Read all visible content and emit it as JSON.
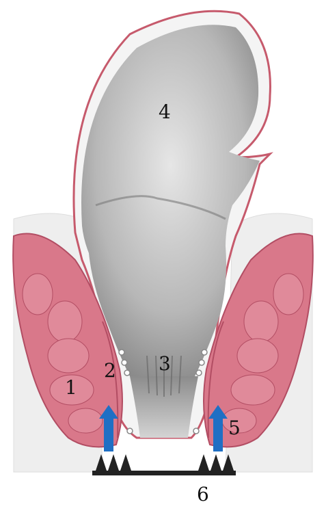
{
  "labels": {
    "l1": "1",
    "l2": "2",
    "l3": "3",
    "l4": "4",
    "l5": "5",
    "l6": "6"
  },
  "colors": {
    "muscle": "#d9788a",
    "muscle_dark": "#b24d63",
    "wall": "#c65a6c",
    "lumen": "#9a9a9a",
    "arrow": "#1f6fc4",
    "plate": "#222222"
  }
}
